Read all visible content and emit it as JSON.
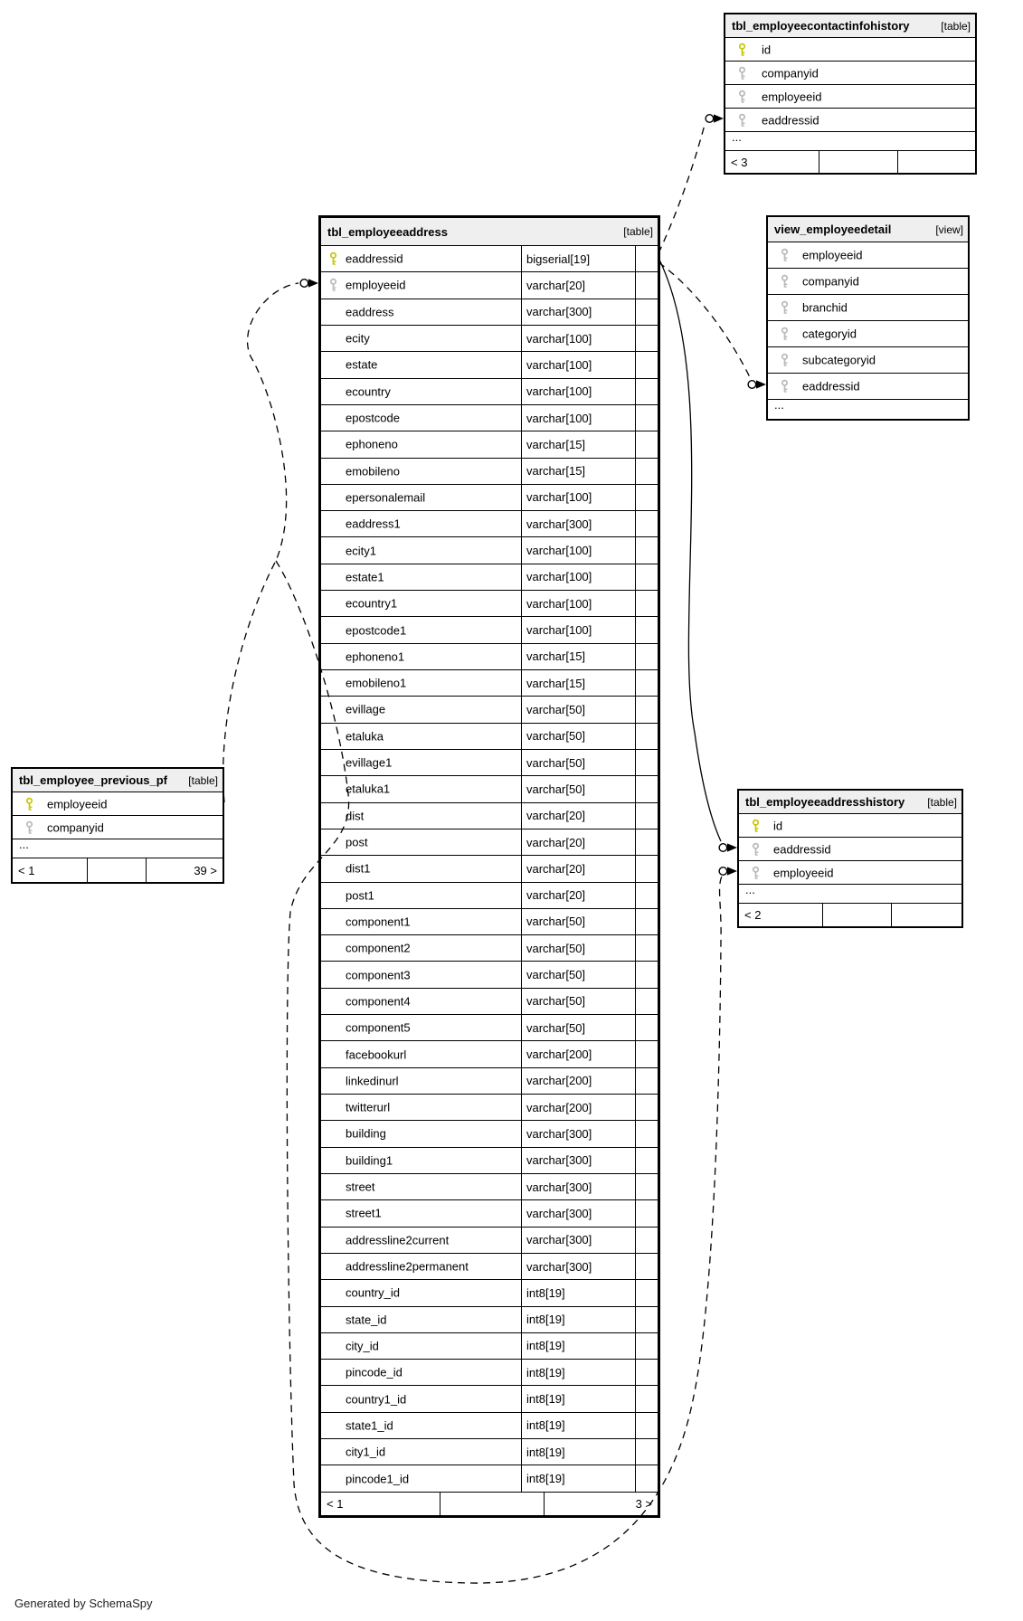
{
  "generated_by": "Generated by SchemaSpy",
  "colors": {
    "primary_key": "#c6c600",
    "foreign_key": "#b9b9b9",
    "edge": "#000000",
    "header_bg": "#efefef"
  },
  "tables": [
    {
      "id": "employeecontactinfohistory",
      "name": "tbl_employeecontactinfohistory",
      "badge": "[table]",
      "columns": [
        {
          "name": "id",
          "key": "primary"
        },
        {
          "name": "companyid",
          "key": "foreign"
        },
        {
          "name": "employeeid",
          "key": "foreign"
        },
        {
          "name": "eaddressid",
          "key": "foreign"
        }
      ],
      "ellipsis": "...",
      "footer": [
        "< 3",
        "",
        ""
      ]
    },
    {
      "id": "employeeaddress",
      "name": "tbl_employeeaddress",
      "badge": "[table]",
      "columns": [
        {
          "name": "eaddressid",
          "type": "bigserial[19]",
          "key": "primary"
        },
        {
          "name": "employeeid",
          "type": "varchar[20]",
          "key": "foreign"
        },
        {
          "name": "eaddress",
          "type": "varchar[300]",
          "key": "none"
        },
        {
          "name": "ecity",
          "type": "varchar[100]",
          "key": "none"
        },
        {
          "name": "estate",
          "type": "varchar[100]",
          "key": "none"
        },
        {
          "name": "ecountry",
          "type": "varchar[100]",
          "key": "none"
        },
        {
          "name": "epostcode",
          "type": "varchar[100]",
          "key": "none"
        },
        {
          "name": "ephoneno",
          "type": "varchar[15]",
          "key": "none"
        },
        {
          "name": "emobileno",
          "type": "varchar[15]",
          "key": "none"
        },
        {
          "name": "epersonalemail",
          "type": "varchar[100]",
          "key": "none"
        },
        {
          "name": "eaddress1",
          "type": "varchar[300]",
          "key": "none"
        },
        {
          "name": "ecity1",
          "type": "varchar[100]",
          "key": "none"
        },
        {
          "name": "estate1",
          "type": "varchar[100]",
          "key": "none"
        },
        {
          "name": "ecountry1",
          "type": "varchar[100]",
          "key": "none"
        },
        {
          "name": "epostcode1",
          "type": "varchar[100]",
          "key": "none"
        },
        {
          "name": "ephoneno1",
          "type": "varchar[15]",
          "key": "none"
        },
        {
          "name": "emobileno1",
          "type": "varchar[15]",
          "key": "none"
        },
        {
          "name": "evillage",
          "type": "varchar[50]",
          "key": "none"
        },
        {
          "name": "etaluka",
          "type": "varchar[50]",
          "key": "none"
        },
        {
          "name": "evillage1",
          "type": "varchar[50]",
          "key": "none"
        },
        {
          "name": "etaluka1",
          "type": "varchar[50]",
          "key": "none"
        },
        {
          "name": "dist",
          "type": "varchar[20]",
          "key": "none"
        },
        {
          "name": "post",
          "type": "varchar[20]",
          "key": "none"
        },
        {
          "name": "dist1",
          "type": "varchar[20]",
          "key": "none"
        },
        {
          "name": "post1",
          "type": "varchar[20]",
          "key": "none"
        },
        {
          "name": "component1",
          "type": "varchar[50]",
          "key": "none"
        },
        {
          "name": "component2",
          "type": "varchar[50]",
          "key": "none"
        },
        {
          "name": "component3",
          "type": "varchar[50]",
          "key": "none"
        },
        {
          "name": "component4",
          "type": "varchar[50]",
          "key": "none"
        },
        {
          "name": "component5",
          "type": "varchar[50]",
          "key": "none"
        },
        {
          "name": "facebookurl",
          "type": "varchar[200]",
          "key": "none"
        },
        {
          "name": "linkedinurl",
          "type": "varchar[200]",
          "key": "none"
        },
        {
          "name": "twitterurl",
          "type": "varchar[200]",
          "key": "none"
        },
        {
          "name": "building",
          "type": "varchar[300]",
          "key": "none"
        },
        {
          "name": "building1",
          "type": "varchar[300]",
          "key": "none"
        },
        {
          "name": "street",
          "type": "varchar[300]",
          "key": "none"
        },
        {
          "name": "street1",
          "type": "varchar[300]",
          "key": "none"
        },
        {
          "name": "addressline2current",
          "type": "varchar[300]",
          "key": "none"
        },
        {
          "name": "addressline2permanent",
          "type": "varchar[300]",
          "key": "none"
        },
        {
          "name": "country_id",
          "type": "int8[19]",
          "key": "none"
        },
        {
          "name": "state_id",
          "type": "int8[19]",
          "key": "none"
        },
        {
          "name": "city_id",
          "type": "int8[19]",
          "key": "none"
        },
        {
          "name": "pincode_id",
          "type": "int8[19]",
          "key": "none"
        },
        {
          "name": "country1_id",
          "type": "int8[19]",
          "key": "none"
        },
        {
          "name": "state1_id",
          "type": "int8[19]",
          "key": "none"
        },
        {
          "name": "city1_id",
          "type": "int8[19]",
          "key": "none"
        },
        {
          "name": "pincode1_id",
          "type": "int8[19]",
          "key": "none"
        }
      ],
      "footer": [
        "< 1",
        "",
        "3 >"
      ]
    },
    {
      "id": "employeedetail",
      "name": "view_employeedetail",
      "badge": "[view]",
      "columns": [
        {
          "name": "employeeid",
          "key": "foreign"
        },
        {
          "name": "companyid",
          "key": "foreign"
        },
        {
          "name": "branchid",
          "key": "foreign"
        },
        {
          "name": "categoryid",
          "key": "foreign"
        },
        {
          "name": "subcategoryid",
          "key": "foreign"
        },
        {
          "name": "eaddressid",
          "key": "foreign"
        }
      ],
      "ellipsis": "...",
      "footer": null
    },
    {
      "id": "employee_previous_pf",
      "name": "tbl_employee_previous_pf",
      "badge": "[table]",
      "columns": [
        {
          "name": "employeeid",
          "key": "primary"
        },
        {
          "name": "companyid",
          "key": "foreign"
        }
      ],
      "ellipsis": "...",
      "footer": [
        "< 1",
        "",
        "39 >"
      ]
    },
    {
      "id": "employeeaddresshistory",
      "name": "tbl_employeeaddresshistory",
      "badge": "[table]",
      "columns": [
        {
          "name": "id",
          "key": "primary"
        },
        {
          "name": "eaddressid",
          "key": "foreign"
        },
        {
          "name": "employeeid",
          "key": "foreign"
        }
      ],
      "ellipsis": "...",
      "footer": [
        "< 2",
        "",
        ""
      ]
    }
  ]
}
